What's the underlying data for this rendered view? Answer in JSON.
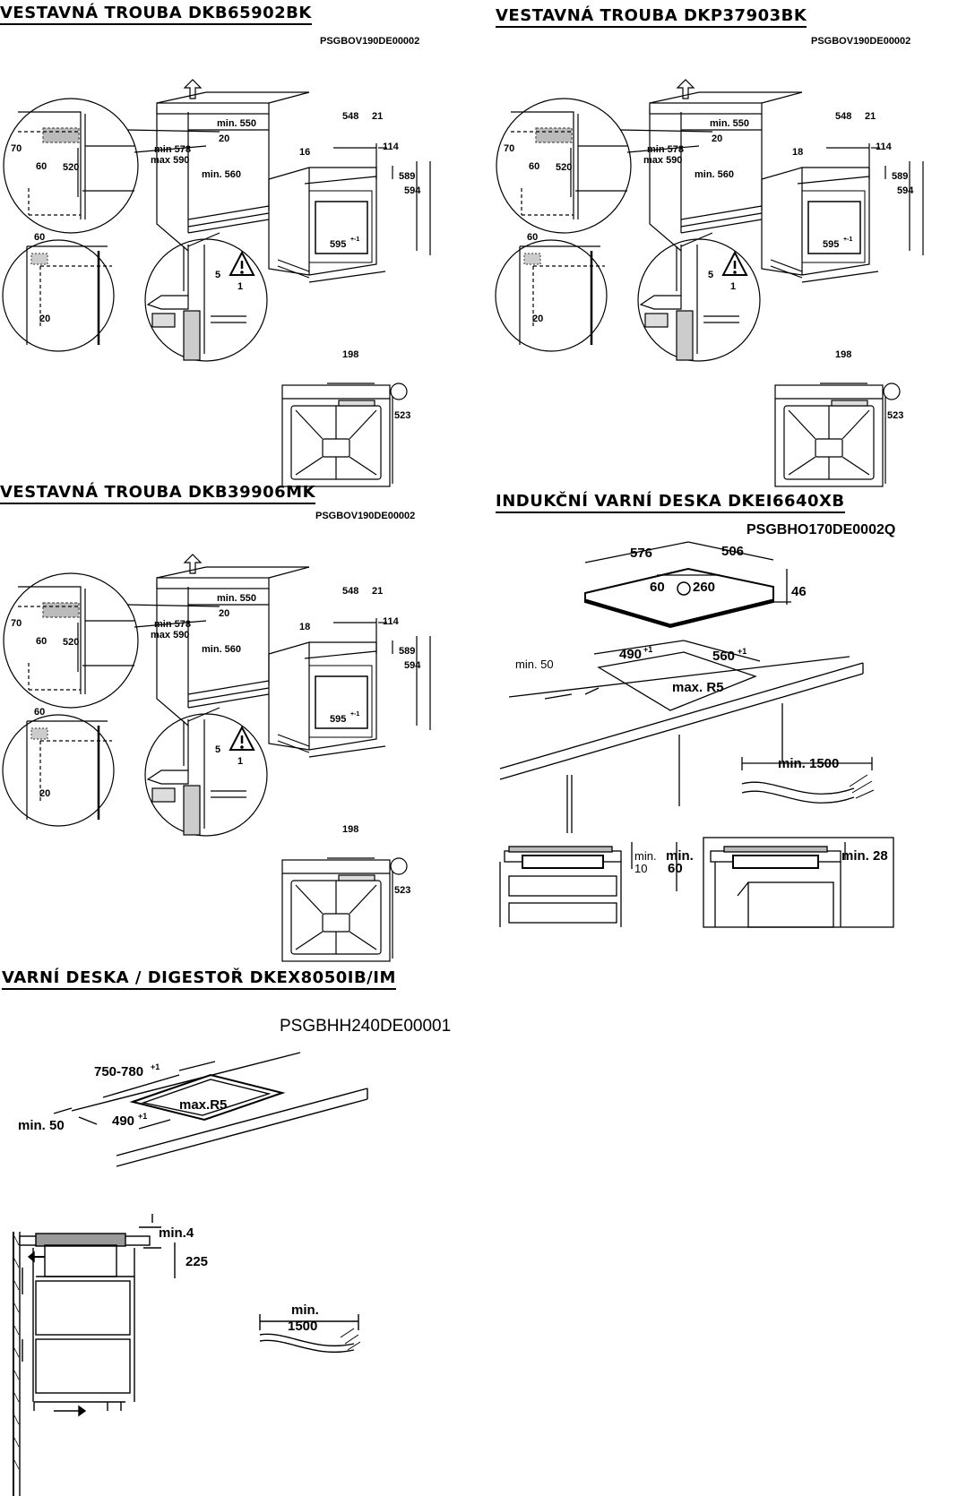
{
  "sections": [
    {
      "title": "VESTAVNÁ TROUBA DKB65902BK",
      "code": "PSGBOV190DE00002",
      "dims": {
        "d548": "548",
        "d21": "21",
        "d16": "16",
        "d114": "114",
        "d589": "589",
        "d594": "594",
        "d595": "595",
        "d595sup": "+-1",
        "d70": "70",
        "d60": "60",
        "d520": "520",
        "min550": "min. 550",
        "d20": "20",
        "min578": "min 578",
        "max590": "max 590",
        "min560": "min. 560",
        "d5": "5",
        "d1": "1",
        "d60b": "60",
        "d20b": "20",
        "d198": "198",
        "d523": "523"
      }
    },
    {
      "title": "VESTAVNÁ TROUBA DKP37903BK",
      "code": "PSGBOV190DE00002",
      "dims": {
        "d548": "548",
        "d21": "21",
        "d16": "18",
        "d114": "114",
        "d589": "589",
        "d594": "594",
        "d595": "595",
        "d595sup": "+-1",
        "d70": "70",
        "d60": "60",
        "d520": "520",
        "min550": "min. 550",
        "d20": "20",
        "min578": "min 578",
        "max590": "max 590",
        "min560": "min. 560",
        "d5": "5",
        "d1": "1",
        "d60b": "60",
        "d20b": "20",
        "d198": "198",
        "d523": "523"
      }
    },
    {
      "title": "VESTAVNÁ TROUBA DKB39906MK",
      "code": "PSGBOV190DE00002",
      "dims": {
        "d548": "548",
        "d21": "21",
        "d16": "18",
        "d114": "114",
        "d589": "589",
        "d594": "594",
        "d595": "595",
        "d595sup": "+-1",
        "d70": "70",
        "d60": "60",
        "d520": "520",
        "min550": "min. 550",
        "d20": "20",
        "min578": "min 578",
        "max590": "max 590",
        "min560": "min. 560",
        "d5": "5",
        "d1": "1",
        "d60b": "60",
        "d20b": "20",
        "d198": "198",
        "d523": "523"
      }
    }
  ],
  "induction": {
    "title": "INDUKČNÍ VARNÍ DESKA DKEI6640XB",
    "code": "PSGBHO170DE0002Q",
    "d576": "576",
    "d506": "506",
    "d60": "60",
    "d260": "260",
    "d46": "46",
    "min50": "min. 50",
    "d490": "490",
    "d490sup": "+1",
    "d560": "560",
    "d560sup": "+1",
    "maxR5": "max. R5",
    "min1500": "min. 1500",
    "min10a": "min.",
    "min10b": "10",
    "min60a": "min.",
    "min60b": "60",
    "min28": "min. 28"
  },
  "hob_hood": {
    "title": "VARNÍ DESKA / DIGESTOŘ DKEX8050IB/IM",
    "code": "PSGBHH240DE00001",
    "d750": "750-780",
    "d750sup": "+1",
    "maxR5": "max.R5",
    "min50": "min. 50",
    "d490": "490",
    "d490sup": "+1",
    "min4": "min.4",
    "d225": "225",
    "min1500a": "min.",
    "min1500b": "1500"
  }
}
